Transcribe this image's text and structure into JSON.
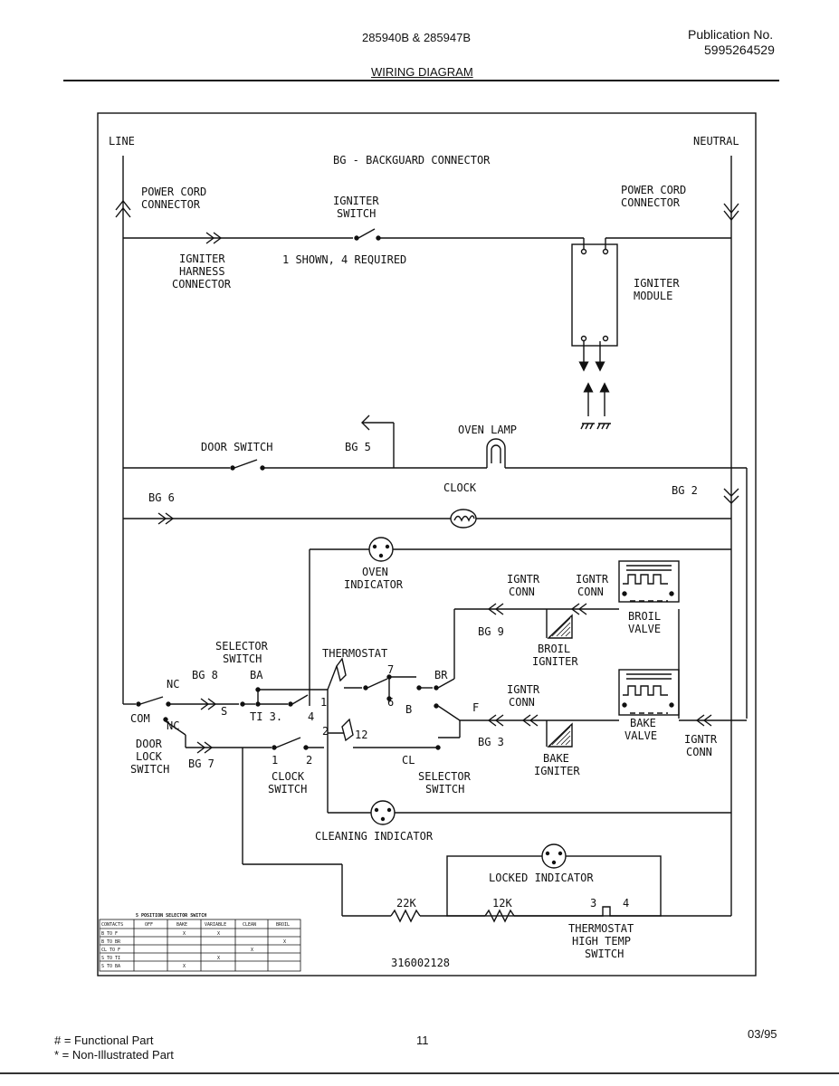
{
  "header": {
    "model": "285940B & 285947B",
    "title": "WIRING DIAGRAM",
    "publication_label": "Publication No.",
    "publication_number": "5995264529"
  },
  "labels": {
    "line": "LINE",
    "neutral": "NEUTRAL",
    "bg_title": "BG - BACKGUARD CONNECTOR",
    "power_cord_left_1": "POWER CORD",
    "power_cord_left_2": "CONNECTOR",
    "power_cord_right_1": "POWER CORD",
    "power_cord_right_2": "CONNECTOR",
    "igniter_switch_1": "IGNITER",
    "igniter_switch_2": "SWITCH",
    "igniter_harness_1": "IGNITER",
    "igniter_harness_2": "HARNESS",
    "igniter_harness_3": "CONNECTOR",
    "shown_required": "1 SHOWN, 4 REQUIRED",
    "igniter_module_1": "IGNITER",
    "igniter_module_2": "MODULE",
    "door_switch": "DOOR SWITCH",
    "bg5": "BG 5",
    "oven_lamp": "OVEN LAMP",
    "bg6": "BG 6",
    "clock": "CLOCK",
    "bg2": "BG 2",
    "oven_indicator_1": "OVEN",
    "oven_indicator_2": "INDICATOR",
    "igntr_conn_a_1": "IGNTR",
    "igntr_conn_a_2": "CONN",
    "igntr_conn_b_1": "IGNTR",
    "igntr_conn_b_2": "CONN",
    "broil_valve_1": "BROIL",
    "broil_valve_2": "VALVE",
    "bg9": "BG 9",
    "broil_igniter_1": "BROIL",
    "broil_igniter_2": "IGNITER",
    "selector_switch_top_1": "SELECTOR",
    "selector_switch_top_2": "SWITCH",
    "thermostat": "THERMOSTAT",
    "nc_top": "NC",
    "bg8": "BG 8",
    "ba": "BA",
    "br": "BR",
    "com": "COM",
    "s": "S",
    "ti": "TI 3.",
    "t1": "1",
    "t4": "4",
    "t7": "7",
    "t6": "6",
    "b": "B",
    "f": "F",
    "igntr_conn_c_1": "IGNTR",
    "igntr_conn_c_2": "CONN",
    "bake_valve_1": "BAKE",
    "bake_valve_2": "VALVE",
    "nc_bottom": "NC",
    "t2": "2",
    "t12": "12",
    "igntr_conn_d_1": "IGNTR",
    "igntr_conn_d_2": "CONN",
    "door_lock_1": "DOOR",
    "door_lock_2": "LOCK",
    "door_lock_3": "SWITCH",
    "bg7": "BG 7",
    "c1": "1",
    "c2": "2",
    "cl": "CL",
    "bg3": "BG 3",
    "bake_igniter_1": "BAKE",
    "bake_igniter_2": "IGNITER",
    "clock_switch_1": "CLOCK",
    "clock_switch_2": "SWITCH",
    "selector_switch_bottom_1": "SELECTOR",
    "selector_switch_bottom_2": "SWITCH",
    "cleaning_indicator": "CLEANING INDICATOR",
    "locked_indicator": "LOCKED INDICATOR",
    "r22k": "22K",
    "r12k": "12K",
    "hts_3": "3",
    "hts_4": "4",
    "hts_1": "THERMOSTAT",
    "hts_2": "HIGH TEMP",
    "hts_3line": "SWITCH",
    "part_number": "316002128"
  },
  "selector_table": {
    "title": "5 POSITION SELECTOR SWITCH",
    "columns": [
      "CONTACTS",
      "OFF",
      "BAKE",
      "VARIABLE",
      "CLEAN",
      "BROIL"
    ],
    "rows": [
      [
        "B TO F",
        "",
        "X",
        "X",
        "",
        ""
      ],
      [
        "B TO BR",
        "",
        "",
        "",
        "",
        "X"
      ],
      [
        "CL TO F",
        "",
        "",
        "",
        "X",
        ""
      ],
      [
        "S TO TI",
        "",
        "",
        "X",
        "",
        ""
      ],
      [
        "S TO BA",
        "",
        "X",
        "",
        "",
        ""
      ]
    ]
  },
  "footer": {
    "functional": "# = Functional Part",
    "non_illustrated": "* = Non-Illustrated Part",
    "page": "11",
    "date": "03/95"
  }
}
